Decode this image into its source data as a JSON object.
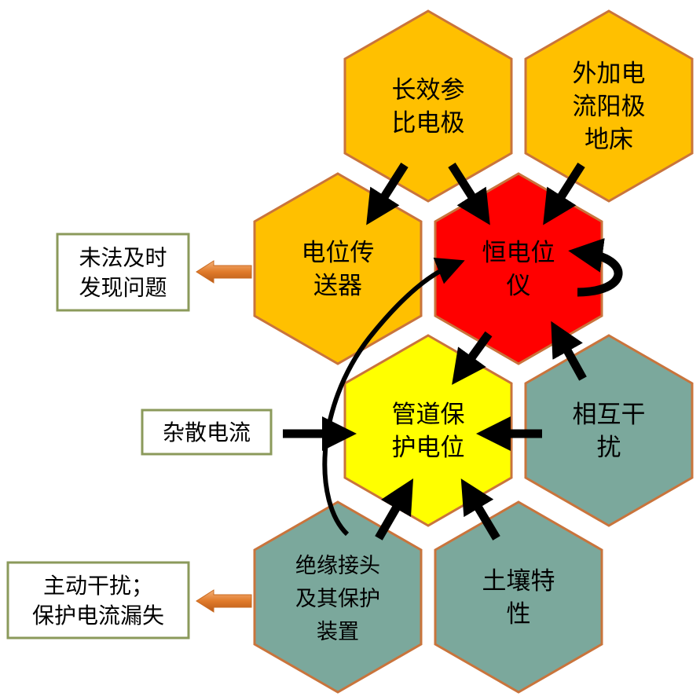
{
  "colors": {
    "orange": "#FFC000",
    "red": "#FF0000",
    "yellow": "#FFFF00",
    "teal": "#7BA89C",
    "hex_border": "#C9743C",
    "box_border": "#8B9A5B",
    "side_arrow": "#E07A2A"
  },
  "hexagons": [
    {
      "id": "reference-electrode",
      "lines": [
        "长效参",
        "比电极"
      ]
    },
    {
      "id": "anode-bed",
      "lines": [
        "外加电",
        "流阳极",
        "地床"
      ]
    },
    {
      "id": "potential-transmitter",
      "lines": [
        "电位传",
        "送器"
      ]
    },
    {
      "id": "potentiostat",
      "lines": [
        "恒电位",
        "仪"
      ]
    },
    {
      "id": "pipe-protection-potential",
      "lines": [
        "管道保",
        "护电位"
      ]
    },
    {
      "id": "mutual-interference",
      "lines": [
        "相互干",
        "扰"
      ]
    },
    {
      "id": "insulating-joint",
      "lines": [
        "绝缘接头",
        "及其保护",
        "装置"
      ]
    },
    {
      "id": "soil-characteristics",
      "lines": [
        "土壤特",
        "性"
      ]
    }
  ],
  "boxes": [
    {
      "id": "problem-not-found",
      "lines": [
        "未法及时",
        "发现问题"
      ]
    },
    {
      "id": "stray-current",
      "lines": [
        "杂散电流"
      ]
    },
    {
      "id": "active-interference",
      "lines": [
        "主动干扰；",
        "保护电流漏失"
      ]
    }
  ]
}
